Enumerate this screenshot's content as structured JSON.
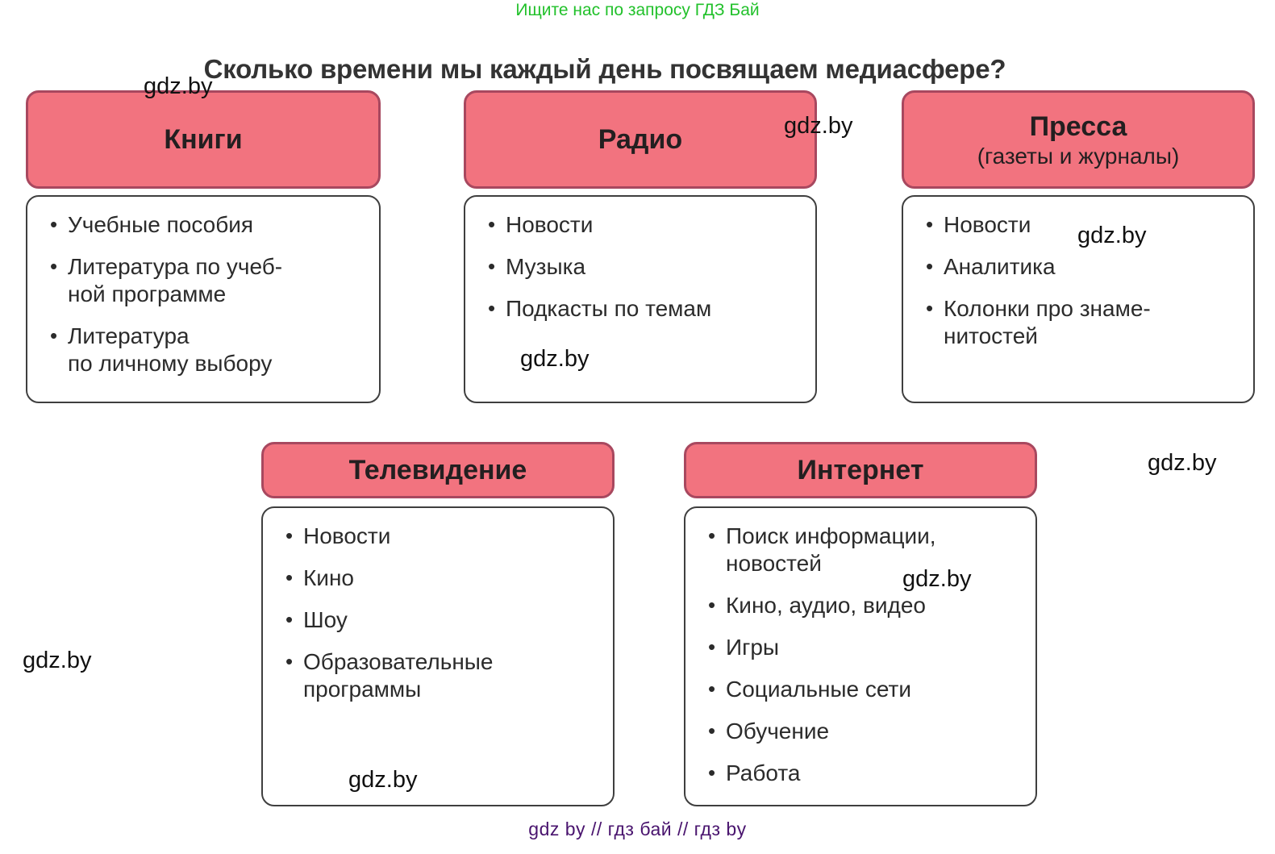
{
  "banner": {
    "text": "Ищите нас по запросу ГДЗ Бай",
    "color": "#22c12b"
  },
  "title": "Сколько времени мы каждый день посвящаем медиасфере?",
  "theme": {
    "header_fill": "#f2737f",
    "header_border": "#a8485f",
    "body_border": "#3f3f3f",
    "text": "#2b2b2b",
    "footer_color": "#49146e"
  },
  "cards": [
    {
      "id": "books",
      "header": "Книги",
      "subheader": "",
      "items": [
        "Учебные пособия",
        "Литература по учеб-\nной  программе",
        "Литература\nпо личному выбору"
      ]
    },
    {
      "id": "radio",
      "header": "Радио",
      "subheader": "",
      "items": [
        "Новости",
        "Музыка",
        "Подкасты по темам"
      ]
    },
    {
      "id": "press",
      "header": "Пресса",
      "subheader": "(газеты и журналы)",
      "items": [
        "Новости",
        "Аналитика",
        "Колонки про знаме-\nнитостей"
      ]
    },
    {
      "id": "tv",
      "header": "Телевидение",
      "subheader": "",
      "items": [
        "Новости",
        "Кино",
        "Шоу",
        "Образовательные\nпрограммы"
      ]
    },
    {
      "id": "internet",
      "header": "Интернет",
      "subheader": "",
      "items": [
        "Поиск информации,\nновостей",
        "Кино, аудио, видео",
        "Игры",
        "Социальные сети",
        "Обучение",
        "Работа"
      ]
    }
  ],
  "watermarks": [
    "gdz.by",
    "gdz.by",
    "gdz.by",
    "gdz.by",
    "gdz.by",
    "gdz.by",
    "gdz.by",
    "gdz.by"
  ],
  "footer": "gdz by  //  гдз бай  //  гдз by"
}
